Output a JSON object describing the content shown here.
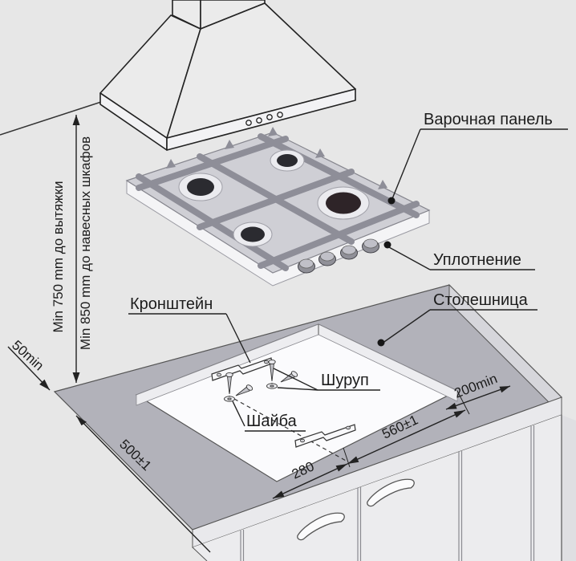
{
  "page": {
    "background": "#e7e7e7",
    "line_color": "#222222"
  },
  "labels": {
    "cooktop": "Варочная панель",
    "seal": "Уплотнение",
    "countertop": "Столешница",
    "bracket": "Кронштейн",
    "screw": "Шуруп",
    "washer": "Шайба"
  },
  "dimensions": {
    "hood_clearance": "Min 750 mm до вытяжки",
    "wall_cabinet_clearance": "Min 850 mm до навесных шкафов",
    "side_min": "50min",
    "cutout_depth": "500±1",
    "bracket_span": "280",
    "cutout_width": "560±1",
    "rear_min": "200min"
  },
  "colors": {
    "countertop_surface": "#b2b2ba",
    "countertop_side": "#d6d6db",
    "front_band": "#e9e9ec",
    "cabinet_front": "#ececee",
    "cooktop_surface": "#cfcfd5",
    "cooktop_apron": "#f4f4f6",
    "grate": "#8e8e98",
    "burner": "#2b2b30",
    "burner_ring": "#ebebef",
    "cutout": "#fbfbfd",
    "leader_dot": "#161616"
  }
}
